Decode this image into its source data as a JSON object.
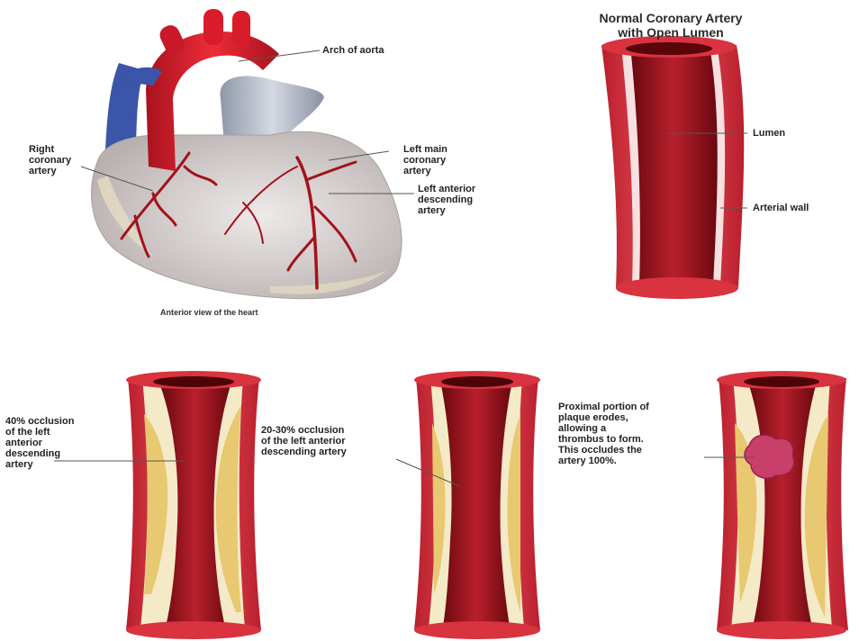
{
  "normal_title": "Normal Coronary Artery\nwith Open Lumen",
  "labels": {
    "arch_of_aorta": "Arch of aorta",
    "right_coronary": "Right\ncoronary\nartery",
    "left_main": "Left main\ncoronary\nartery",
    "lad": "Left anterior\ndescending\nartery",
    "lumen": "Lumen",
    "arterial_wall": "Arterial wall",
    "anterior_view": "Anterior view of the heart",
    "occl_40": "40% occlusion\nof the left\nanterior\ndescending\nartery",
    "occl_20_30": "20-30% occlusion\nof the left anterior\ndescending artery",
    "thrombus": "Proximal portion of\nplaque erodes,\nallowing a\nthrombus to form.\nThis occludes the\nartery 100%."
  },
  "colors": {
    "artery_wall": "#d8333f",
    "lumen": "#8e0f18",
    "plaque": "#f0d898",
    "thrombus": "#c8406a",
    "aorta": "#d91c2a",
    "vein": "#3b55a8",
    "heart": "#ddd8d6"
  }
}
